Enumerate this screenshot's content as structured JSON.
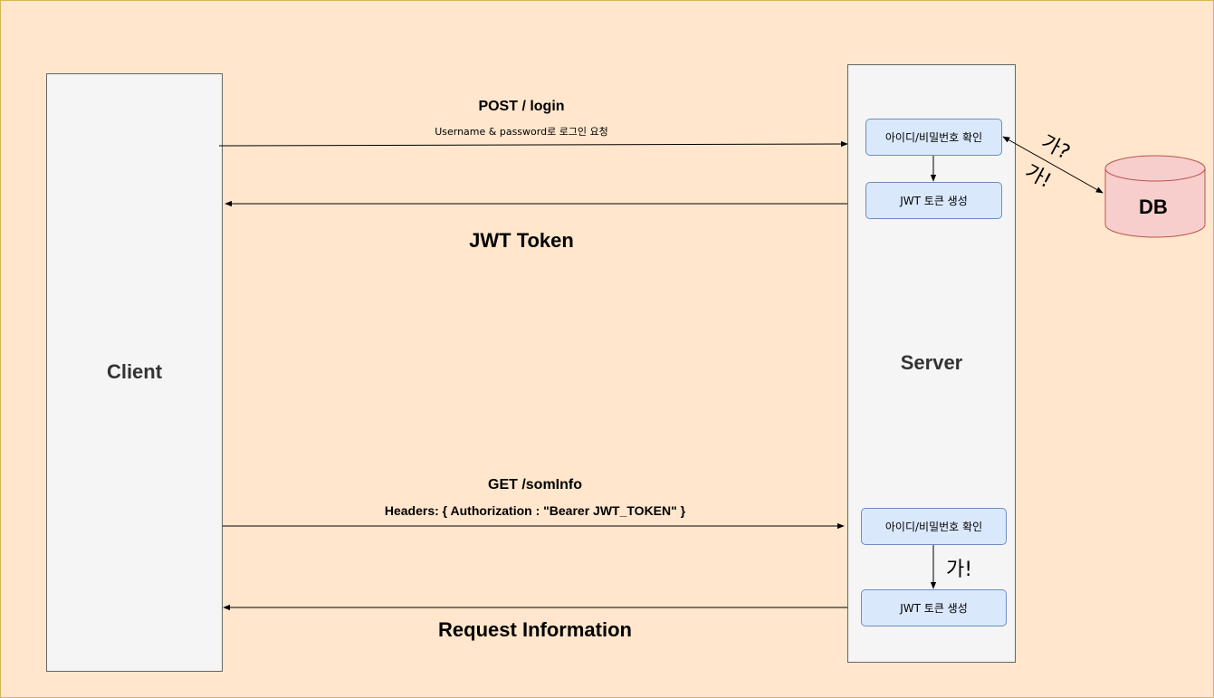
{
  "client": {
    "title": "Client"
  },
  "server": {
    "title": "Server"
  },
  "db": {
    "label": "DB"
  },
  "login_flow": {
    "request_title": "POST / login",
    "request_detail": "Username & password로 로그인 요청",
    "response_label": "JWT Token",
    "step_verify": "아이디/비밀번호 확인",
    "step_generate": "JWT 토큰 생성",
    "db_query_mark": "가?",
    "db_reply_mark": "가!"
  },
  "info_flow": {
    "request_title": "GET /somInfo",
    "request_detail": "Headers: { Authorization : \"Bearer JWT_TOKEN\" }",
    "response_label": "Request Information",
    "step_verify": "아이디/비밀번호 확인",
    "step_generate": "JWT 토큰 생성",
    "step_mark": "가!"
  },
  "colors": {
    "background": "#ffe6cc",
    "lane_fill": "#f5f5f5",
    "process_fill": "#dae8fc",
    "process_stroke": "#6c8ebf",
    "db_fill": "#f8cecc",
    "db_stroke": "#b85450"
  }
}
